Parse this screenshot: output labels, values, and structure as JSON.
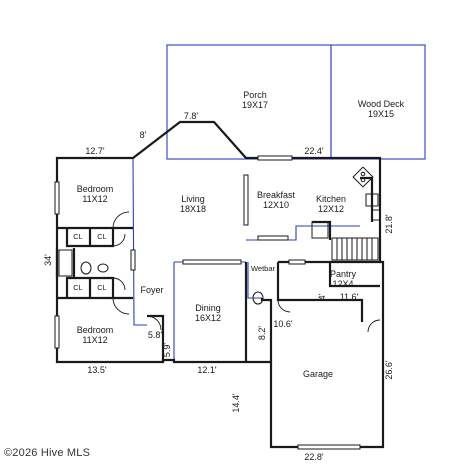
{
  "rooms": [
    {
      "id": "porch",
      "name": "Porch",
      "size": "19X17"
    },
    {
      "id": "wood-deck",
      "name": "Wood Deck",
      "size": "19X15"
    },
    {
      "id": "bedroom-1",
      "name": "Bedroom",
      "size": "11X12"
    },
    {
      "id": "living",
      "name": "Living",
      "size": "18X18"
    },
    {
      "id": "breakfast",
      "name": "Breakfast",
      "size": "12X10"
    },
    {
      "id": "kitchen",
      "name": "Kitchen",
      "size": "12X12"
    },
    {
      "id": "foyer",
      "name": "Foyer",
      "size": ""
    },
    {
      "id": "dining",
      "name": "Dining",
      "size": "16X12"
    },
    {
      "id": "pantry",
      "name": "Pantry",
      "size": "12X4"
    },
    {
      "id": "bedroom-2",
      "name": "Bedroom",
      "size": "11X12"
    },
    {
      "id": "garage",
      "name": "Garage",
      "size": ""
    }
  ],
  "closets": [
    "CL",
    "CL",
    "CL",
    "CL"
  ],
  "wetbar": "Wetbar",
  "dimensions": [
    "8'",
    "7.8'",
    "12.7'",
    "22.4'",
    "21.8'",
    "34'",
    "4'",
    "11.6'",
    "10.6'",
    "8.2'",
    "5.8'",
    "5.9'",
    "13.5'",
    "12.1'",
    "26.6'",
    "14.4'",
    "22.8'"
  ],
  "copyright": "©2026 Hive MLS",
  "colors": {
    "wall": "#1a1a1a",
    "outline": "#2a3fbf",
    "background": "#ffffff"
  }
}
